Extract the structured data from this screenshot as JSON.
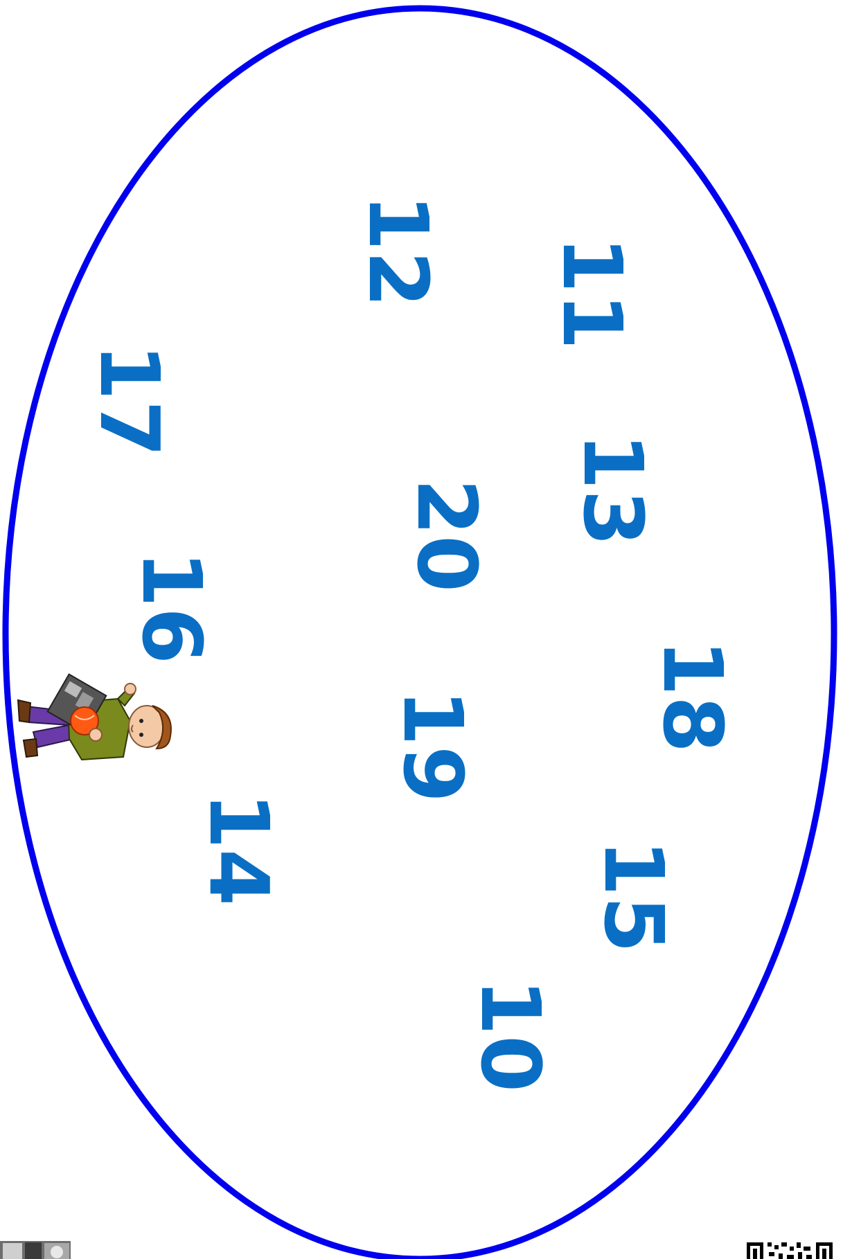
{
  "worksheet": {
    "oval_color": "#0000ee",
    "number_color": "#0a6fc4",
    "numbers": [
      "11",
      "12",
      "17",
      "13",
      "20",
      "16",
      "18",
      "19",
      "14",
      "15",
      "10"
    ]
  },
  "decorations": {
    "character": "boy-holding-ball-illustration",
    "photo": "thumbnail-photo",
    "qr": "qr-code"
  }
}
